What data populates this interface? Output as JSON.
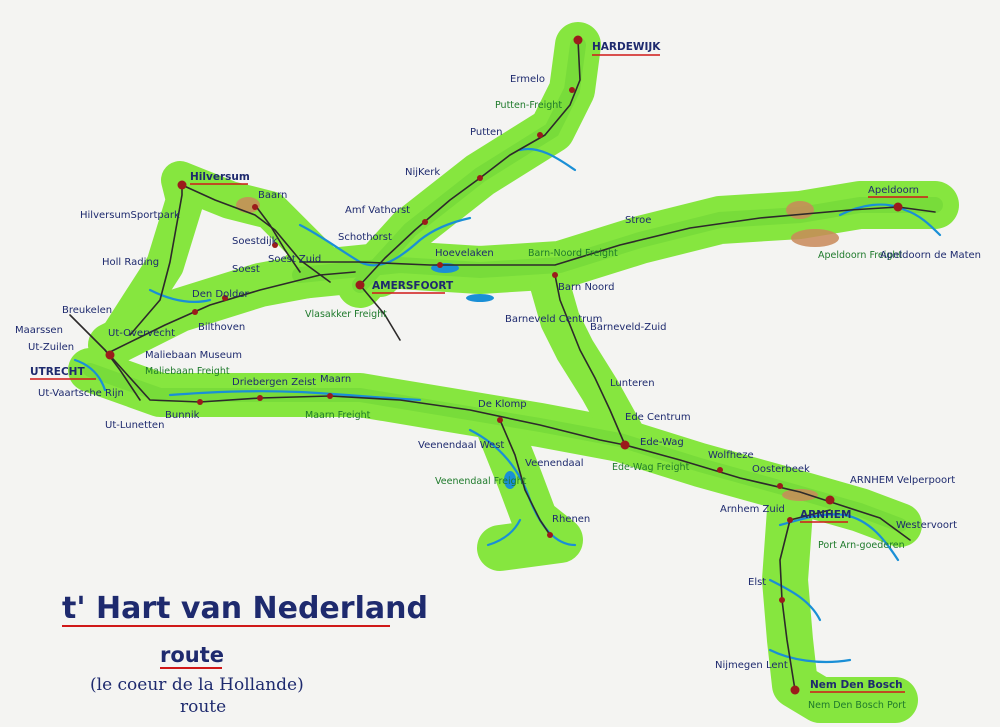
{
  "title": {
    "main": "t' Hart van Nederland",
    "sub": "route",
    "note_line1": "(le coeur de la Hollande)",
    "note_line2": "route"
  },
  "colors": {
    "paper": "#f4f4f2",
    "land": "#86e63f",
    "land_edge": "#5bc32a",
    "water": "#1a8fd6",
    "track": "#2d2a2a",
    "station": "#9b1b1b",
    "label": "#1e2a6e",
    "underline_red": "#d01818",
    "underline_green": "#1f7a2c",
    "freight_label": "#1f7a2c",
    "terrain": "#c98a5a"
  },
  "stations": {
    "hardewijk": "HARDEWIJK",
    "ermelo": "Ermelo",
    "putten_freight": "Putten-Freight",
    "putten": "Putten",
    "nijkerk": "NijKerk",
    "amf_vathorst": "Amf Vathorst",
    "schothorst": "Schothorst",
    "hoevelaken": "Hoevelaken",
    "barn_noord_freight": "Barn-Noord Freight",
    "stroe": "Stroe",
    "apeldoorn": "Apeldoorn",
    "apeldoorn_freight": "Apeldoorn Freight",
    "apeldoorn_de_maten": "Apeldoorn de Maten",
    "hilversum": "Hilversum",
    "hilversum_sportpark": "HilversumSportpark",
    "baarn": "Baarn",
    "soestdijk": "Soestdijk",
    "soest": "Soest",
    "soest_zuid": "Soest Zuid",
    "holl_rading": "Holl Rading",
    "den_dolder": "Den Dolder",
    "bilthoven": "Bilthoven",
    "amersfoort": "AMERSFOORT",
    "vlasakker_freight": "Vlasakker Freight",
    "barn_noord": "Barn Noord",
    "barneveld_centrum": "Barneveld Centrum",
    "barneveld_zuid": "Barneveld-Zuid",
    "breukelen": "Breukelen",
    "maarssen": "Maarssen",
    "ut_zuilen": "Ut-Zuilen",
    "ut_overvecht": "Ut-Overvecht",
    "utrecht": "UTRECHT",
    "ut_vaartsche_rijn": "Ut-Vaartsche Rijn",
    "ut_lunetten": "Ut-Lunetten",
    "maliebaan_museum": "Maliebaan Museum",
    "maliebaan_freight": "Maliebaan Freight",
    "bunnik": "Bunnik",
    "driebergen_zeist": "Driebergen Zeist",
    "maarn": "Maarn",
    "maarn_freight": "Maarn Freight",
    "de_klomp": "De Klomp",
    "lunteren": "Lunteren",
    "ede_centrum": "Ede Centrum",
    "ede_wag": "Ede-Wag",
    "ede_wag_freight": "Ede-Wag Freight",
    "veenendaal_west": "Veenendaal West",
    "veenendaal": "Veenendaal",
    "veenendaal_freight": "Veenendaal Freight",
    "rhenen": "Rhenen",
    "wolfheze": "Wolfheze",
    "oosterbeek": "Oosterbeek",
    "arnhem_velperpoort": "ARNHEM Velperpoort",
    "arnhem_zuid": "Arnhem Zuid",
    "arnhem": "ARNHEM",
    "arnhem_westervoort": "Westervoort",
    "port_arn_goederen": "Port Arn-goederen",
    "elst": "Elst",
    "nijmegen_lent": "Nijmegen Lent",
    "nem_den_bosch": "Nem Den Bosch",
    "nem_den_bosch_port": "Nem Den Bosch Port"
  }
}
